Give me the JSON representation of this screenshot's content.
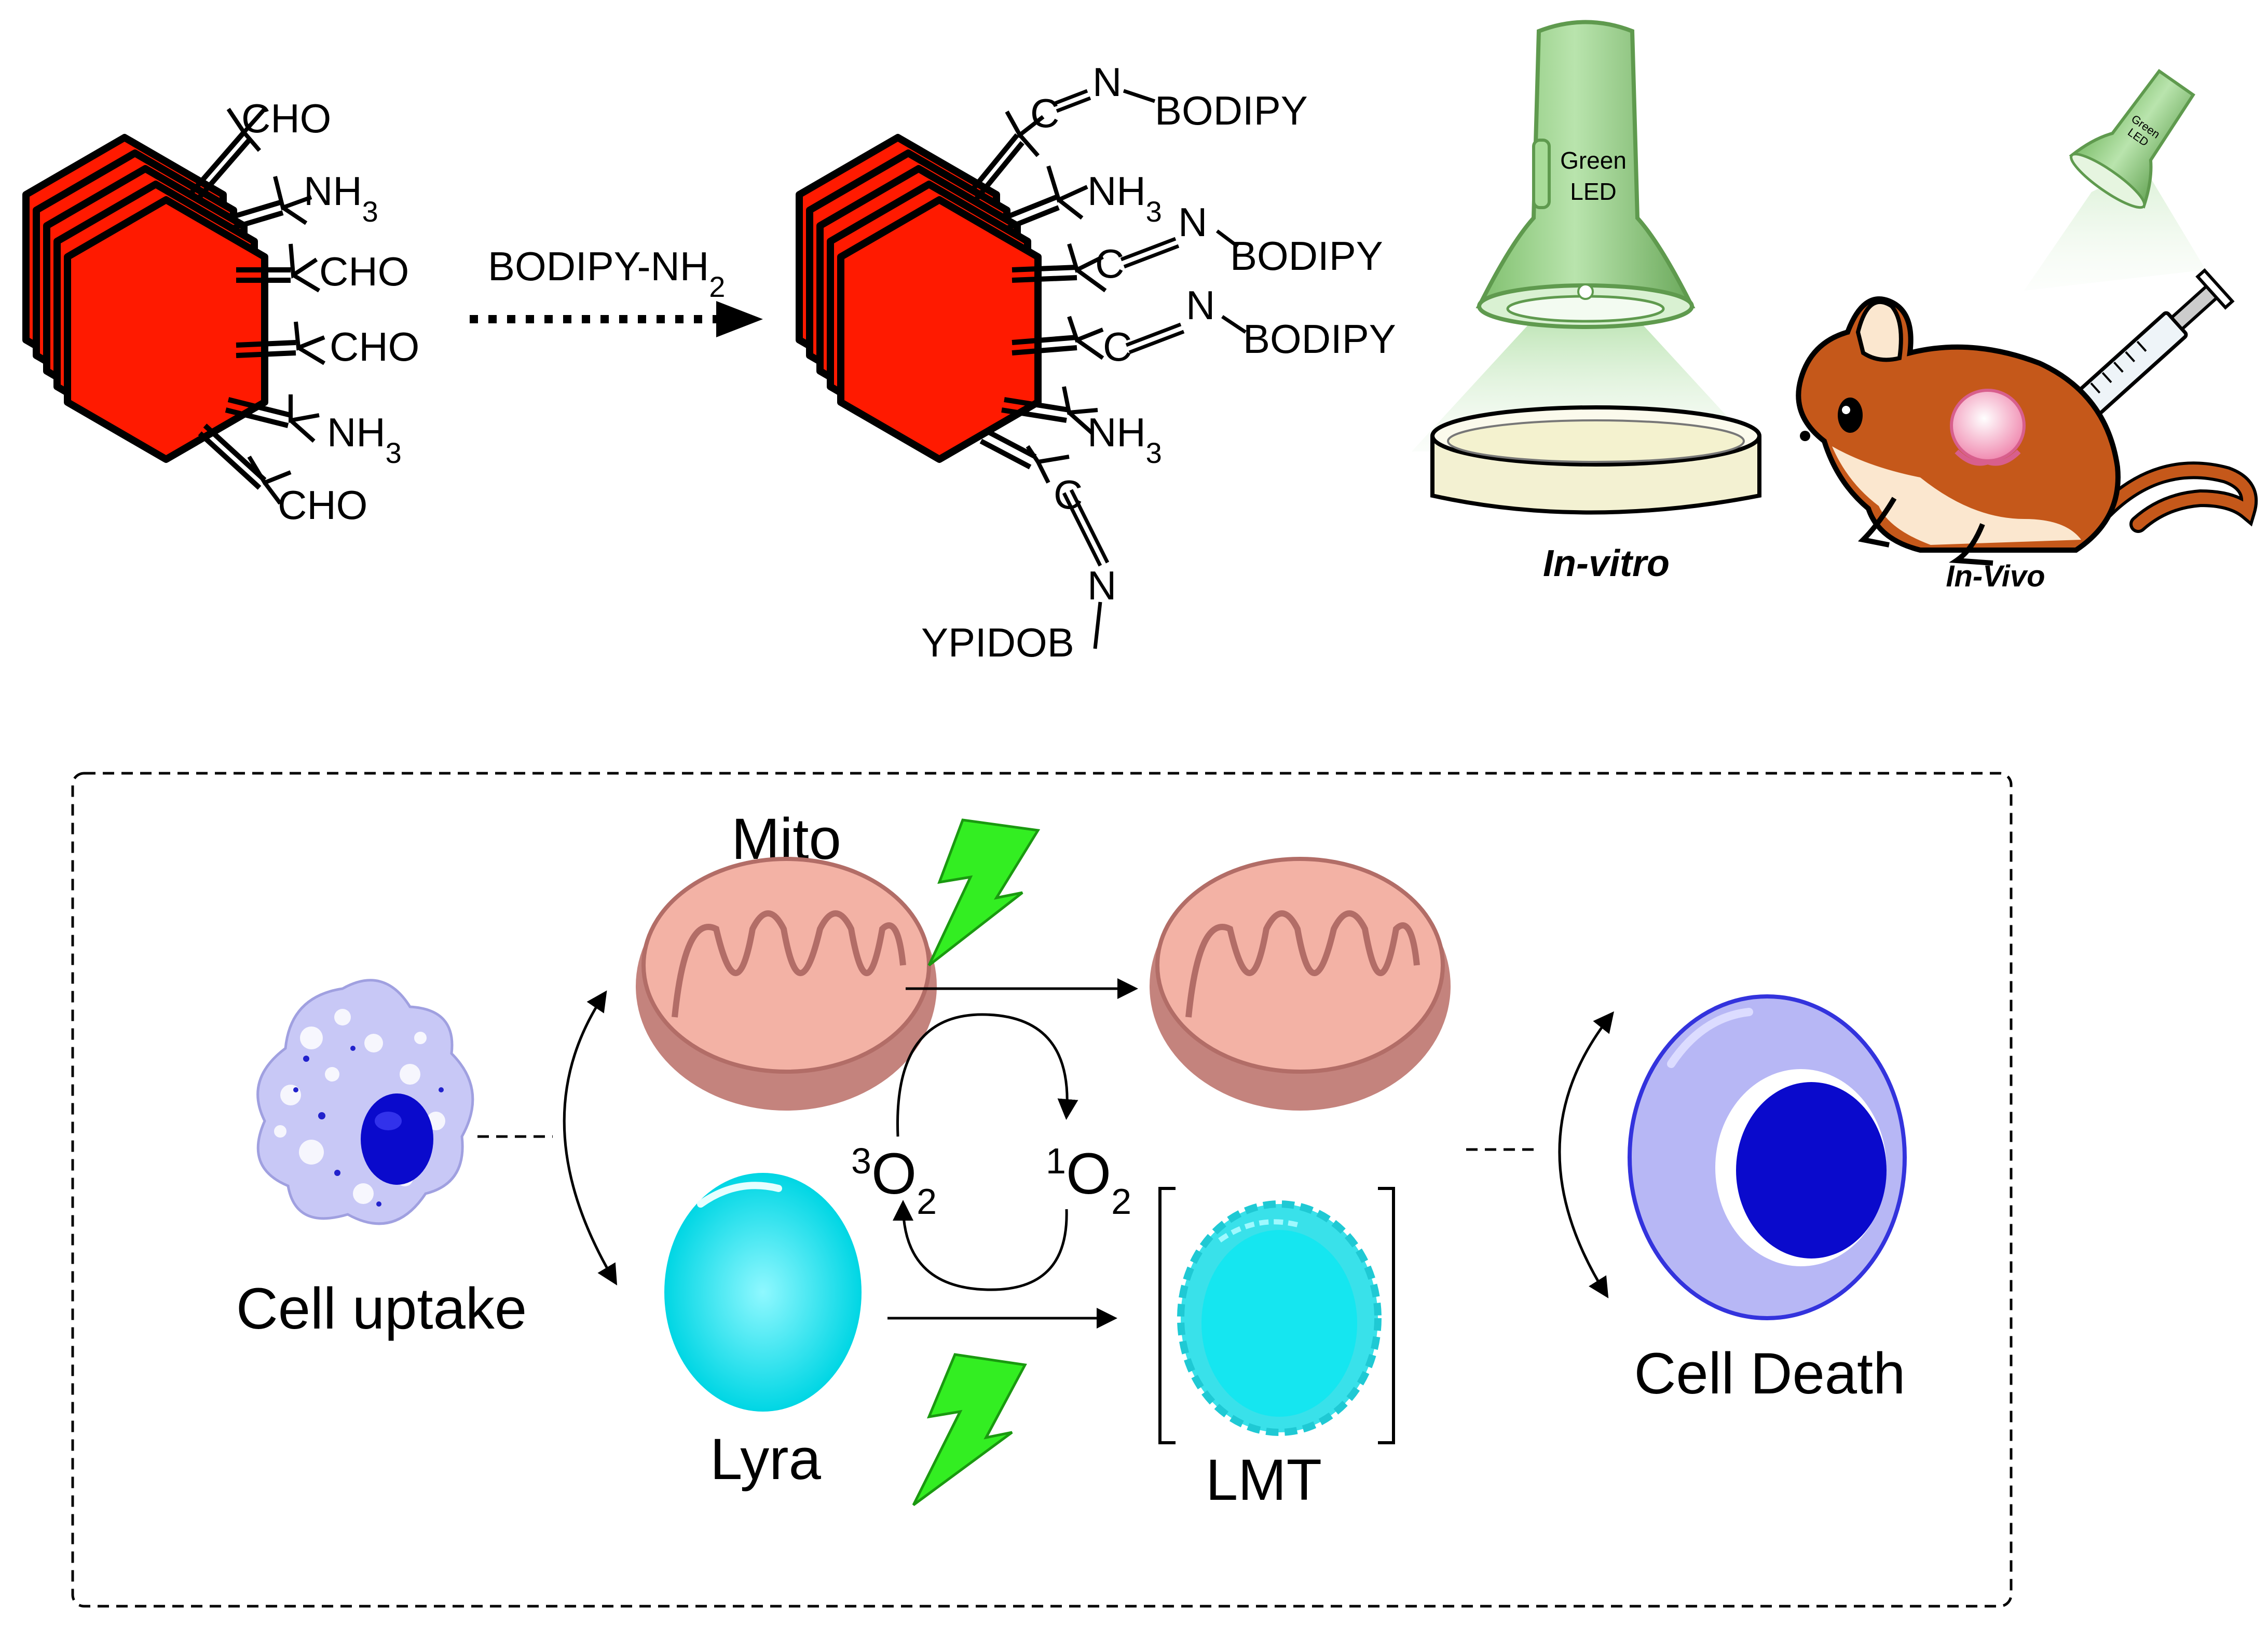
{
  "reaction": {
    "reagent_main": "BODIPY-NH",
    "reagent_sub": "2"
  },
  "framework_left": {
    "groups": [
      {
        "label": "CHO",
        "sub": ""
      },
      {
        "label": "NH",
        "sub": "3"
      },
      {
        "label": "CHO",
        "sub": ""
      },
      {
        "label": "CHO",
        "sub": ""
      },
      {
        "label": "NH",
        "sub": "3"
      },
      {
        "label": "CHO",
        "sub": ""
      }
    ]
  },
  "framework_right": {
    "imine_c": "C",
    "imine_n": "N",
    "bodipy": "BODIPY",
    "bodipy_reversed": "YPIDOB",
    "amine": "NH",
    "amine_sub": "3"
  },
  "lamp_label_line1": "Green",
  "lamp_label_line2": "LED",
  "small_lamp_line1": "Green",
  "small_lamp_line2": "LED",
  "in_vitro_label": "In-vitro",
  "in_vivo_label": "In-Vivo",
  "mechanism": {
    "cell_uptake": "Cell uptake",
    "mito": "Mito",
    "lyra": "Lyra",
    "lmt": "LMT",
    "cell_death": "Cell Death",
    "triplet_sup": "3",
    "triplet_base": "O",
    "triplet_sub": "2",
    "singlet_sup": "1",
    "singlet_base": "O",
    "singlet_sub": "2"
  },
  "colors": {
    "framework_red": "#ff1a00",
    "triplet_blue": "#0000ff",
    "singlet_red": "#ff0000",
    "bolt_green": "#33ee22",
    "lamp_green": "#9ed68f",
    "mito_outer": "#c4837d",
    "mito_inner": "#f3b2a5",
    "lyso_cyan": "#00e8f0",
    "cell_lavender": "#c8c8f6",
    "nucleus_blue": "#0a0acc",
    "mouse_brown": "#c5581a"
  }
}
